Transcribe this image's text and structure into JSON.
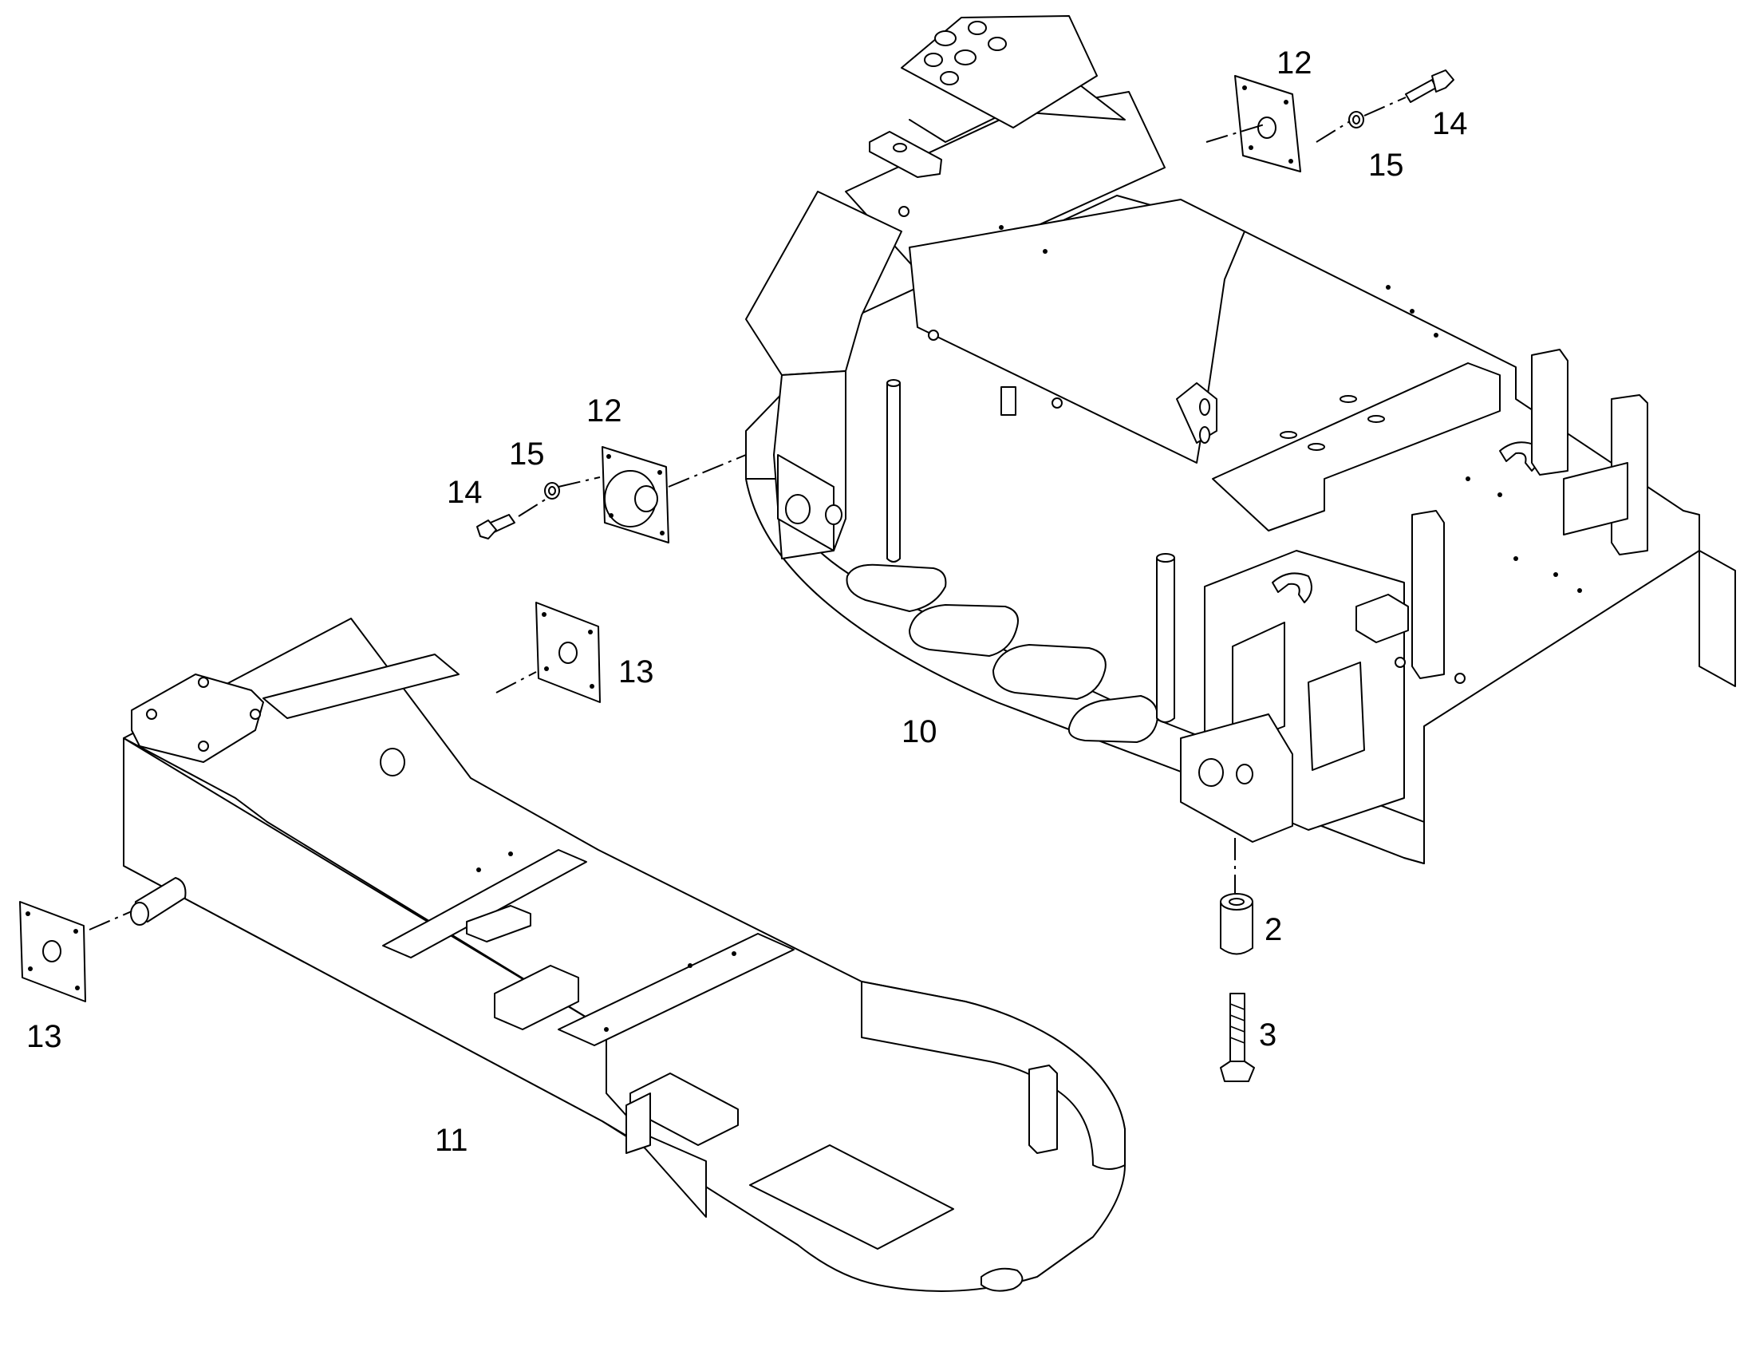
{
  "callouts": {
    "c10": "10",
    "c11": "11",
    "c12a": "12",
    "c12b": "12",
    "c13a": "13",
    "c13b": "13",
    "c14a": "14",
    "c14b": "14",
    "c15a": "15",
    "c15b": "15",
    "c2": "2",
    "c3": "3"
  }
}
